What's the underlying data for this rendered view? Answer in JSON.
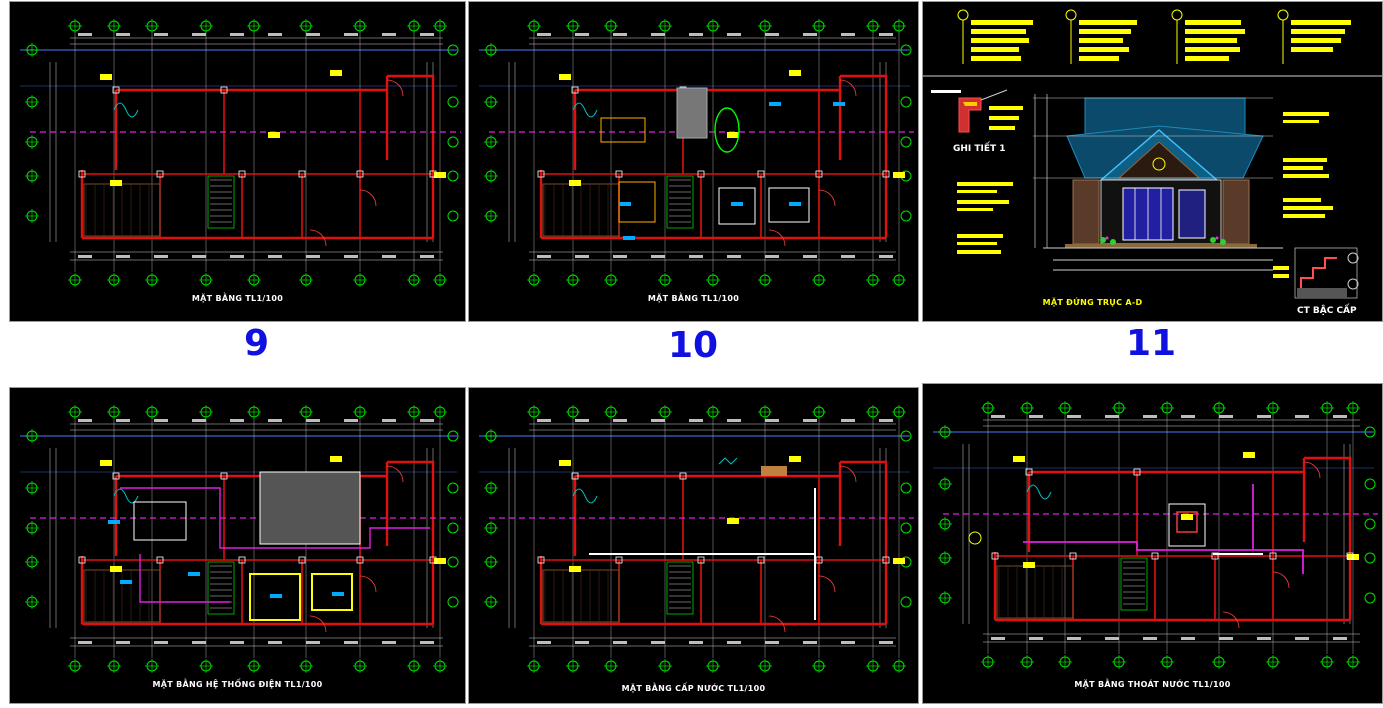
{
  "sheets": {
    "s1": {
      "title": "MẶT BẰNG  TL1/100"
    },
    "s2": {
      "title": "MẶT BẰNG  TL1/100"
    },
    "s3": {
      "title": "MẶT ĐỨNG TRỤC A-D",
      "detail1": "GHI TIẾT 1",
      "detail2": "CT BẬC CẤP"
    },
    "s4": {
      "title": "MẶT BẰNG HỆ THỐNG ĐIỆN TL1/100"
    },
    "s5": {
      "title": "MẶT BẰNG CẤP NƯỚC TL1/100"
    },
    "s6": {
      "title": "MẶT BẰNG THOÁT NƯỚC TL1/100"
    }
  },
  "page_numbers": {
    "n1": "9",
    "n2": "10",
    "n3": "11"
  },
  "colors": {
    "background": "#000000",
    "grid_line": "#3a62c8",
    "grid_bubble": "#00e000",
    "wall": "#e01010",
    "dimension": "#d0d0d0",
    "annotation": "#ffff00",
    "section_line": "#e020e0",
    "furniture": "#ffb000",
    "tag": "#00aaff",
    "page_number": "#1010e0"
  }
}
